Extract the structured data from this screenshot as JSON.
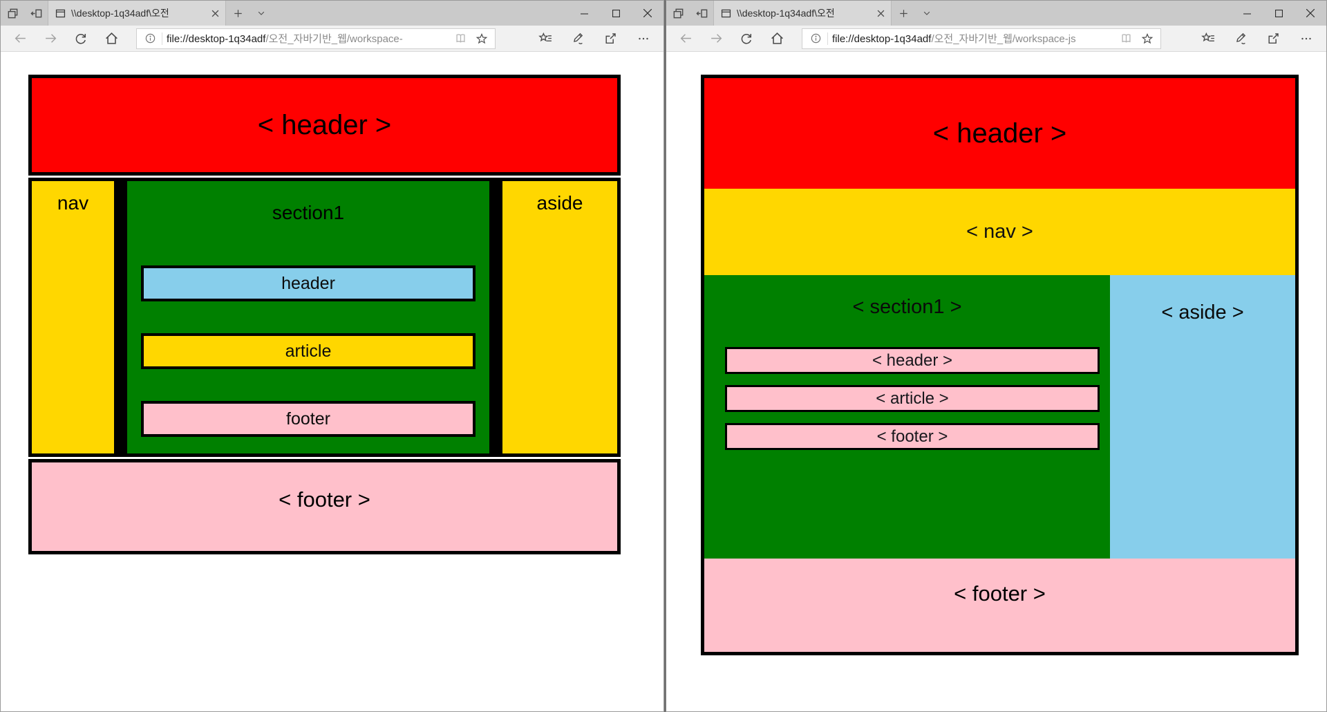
{
  "page_colors": {
    "red": "#FF0000",
    "yellow": "#FFD700",
    "green": "#008000",
    "skyblue": "#87CEEB",
    "pink": "#FFC0CB",
    "border": "#000000"
  },
  "icons": {
    "tabs_preview": "overlapping-windows",
    "set_tabs_aside": "arrow-into-panel",
    "page": "document-window",
    "tab_close": "x",
    "new_tab": "+",
    "tab_chevron": "chevron-down",
    "minimize": "—",
    "maximize": "□",
    "close": "✕",
    "back": "←",
    "forward": "→",
    "refresh": "↻",
    "home": "⌂",
    "info": "ⓘ",
    "reading_view": "open-book",
    "favorite": "☆",
    "hub": "star-with-lines",
    "web_note": "pen",
    "share": "box-arrow",
    "more": "⋯"
  },
  "left_window": {
    "tab_title": "\\\\desktop-1q34adf\\오전",
    "url_host": "file://desktop-1q34adf",
    "url_path": "/오전_자바기반_웹/workspace-",
    "page": {
      "header": "< header >",
      "nav": "nav",
      "section1": "section1",
      "inner_header": "header",
      "inner_article": "article",
      "inner_footer": "footer",
      "aside": "aside",
      "footer": "< footer >"
    }
  },
  "right_window": {
    "tab_title": "\\\\desktop-1q34adf\\오전",
    "url_host": "file://desktop-1q34adf",
    "url_path": "/오전_자바기반_웹/workspace-js",
    "page": {
      "header": "< header >",
      "nav": "< nav >",
      "section1": "< section1 >",
      "inner_header": "< header >",
      "inner_article": "< article >",
      "inner_footer": "< footer >",
      "aside": "< aside >",
      "footer": "< footer >"
    }
  }
}
